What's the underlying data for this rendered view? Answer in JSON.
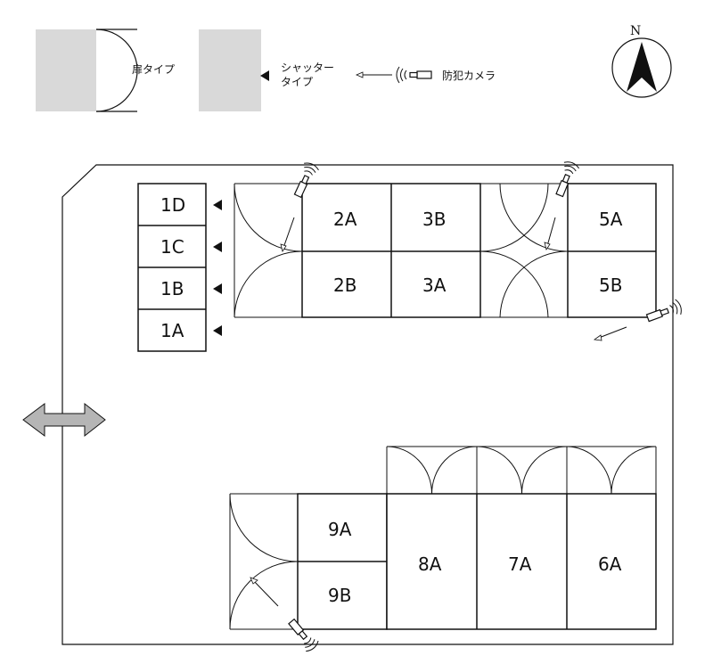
{
  "legend": {
    "door_type": "扉タイプ",
    "shutter_line1": "シャッター",
    "shutter_line2": "タイプ",
    "camera": "防犯カメラ"
  },
  "compass": {
    "north": "N"
  },
  "units": {
    "u1D": "1D",
    "u1C": "1C",
    "u1B": "1B",
    "u1A": "1A",
    "u2A": "2A",
    "u3B": "3B",
    "u5A": "5A",
    "u2B": "2B",
    "u3A": "3A",
    "u5B": "5B",
    "u9A": "9A",
    "u9B": "9B",
    "u8A": "8A",
    "u7A": "7A",
    "u6A": "6A"
  },
  "colors": {
    "legend_fill": "#d9d9d9",
    "arrow_fill": "#b5b5b5",
    "line": "#111111"
  }
}
